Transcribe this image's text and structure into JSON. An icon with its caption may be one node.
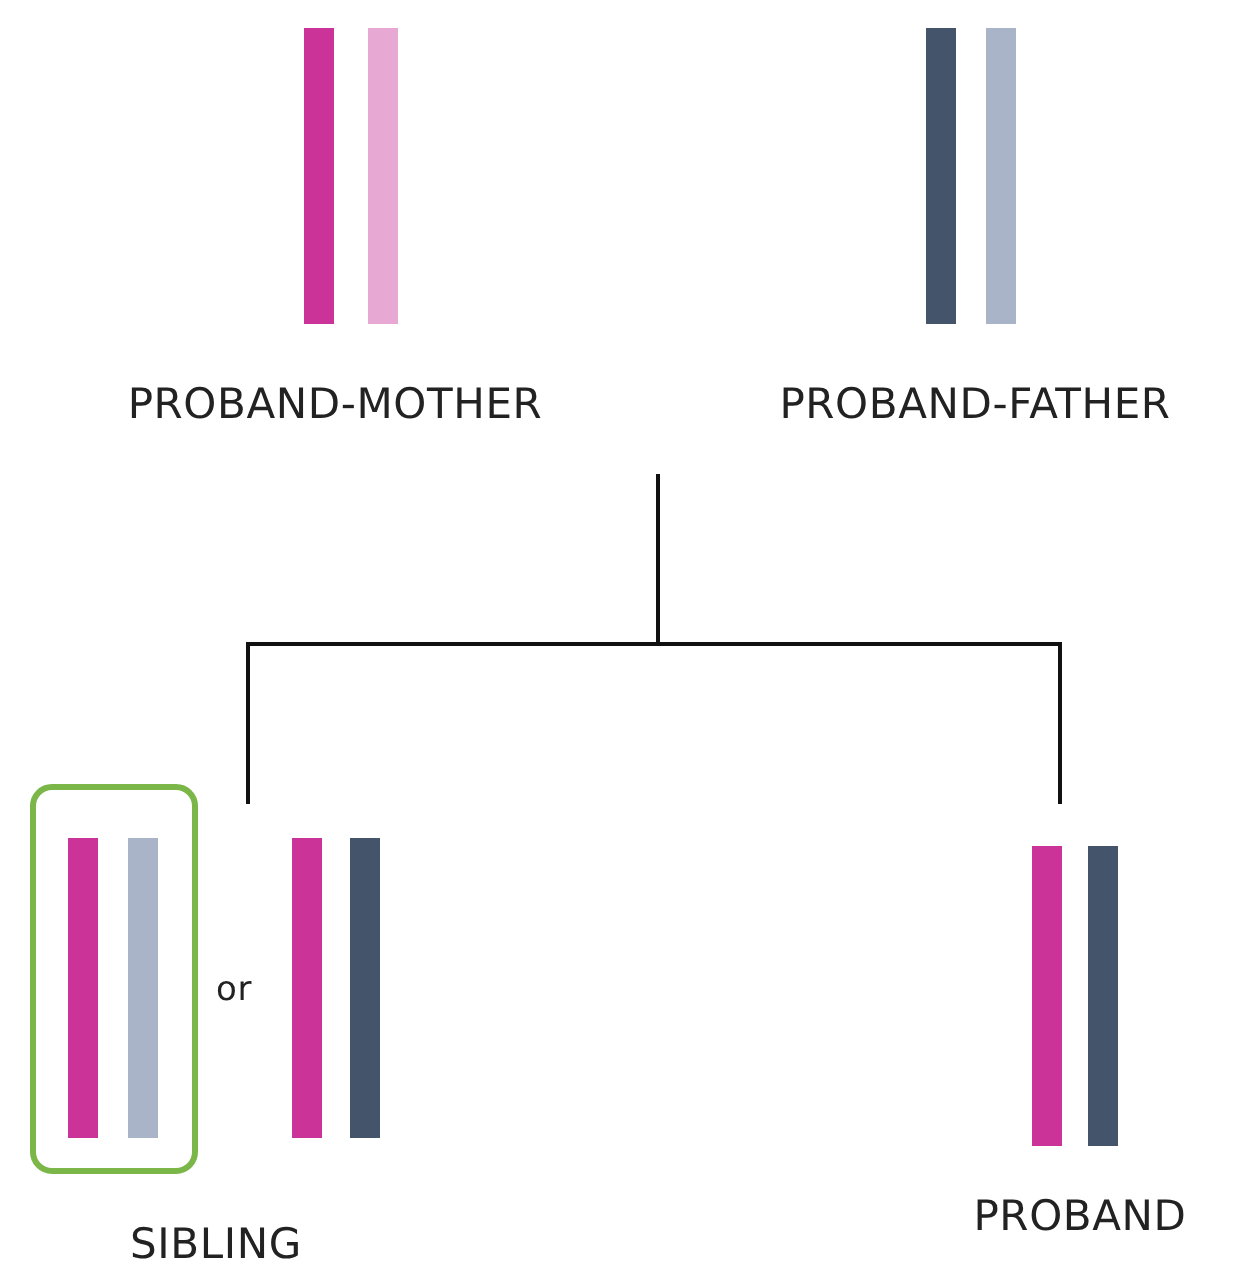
{
  "diagram": {
    "nodes": [
      {
        "text": [
          "PROBAND-MOTHER"
        ]
      },
      {
        "text": [
          "PROBAND-FATHER"
        ]
      },
      {
        "text": [],
        "shape": "box"
      },
      {
        "text": [],
        "shape": "bar"
      },
      {
        "text": [
          "PROBAND"
        ]
      }
    ],
    "edges": [
      {
        "from": null,
        "to": 3,
        "arrow": "none"
      },
      {
        "from": null,
        "to": 4,
        "arrow": "none"
      }
    ],
    "labels": [
      "or",
      "SIBLING"
    ]
  }
}
